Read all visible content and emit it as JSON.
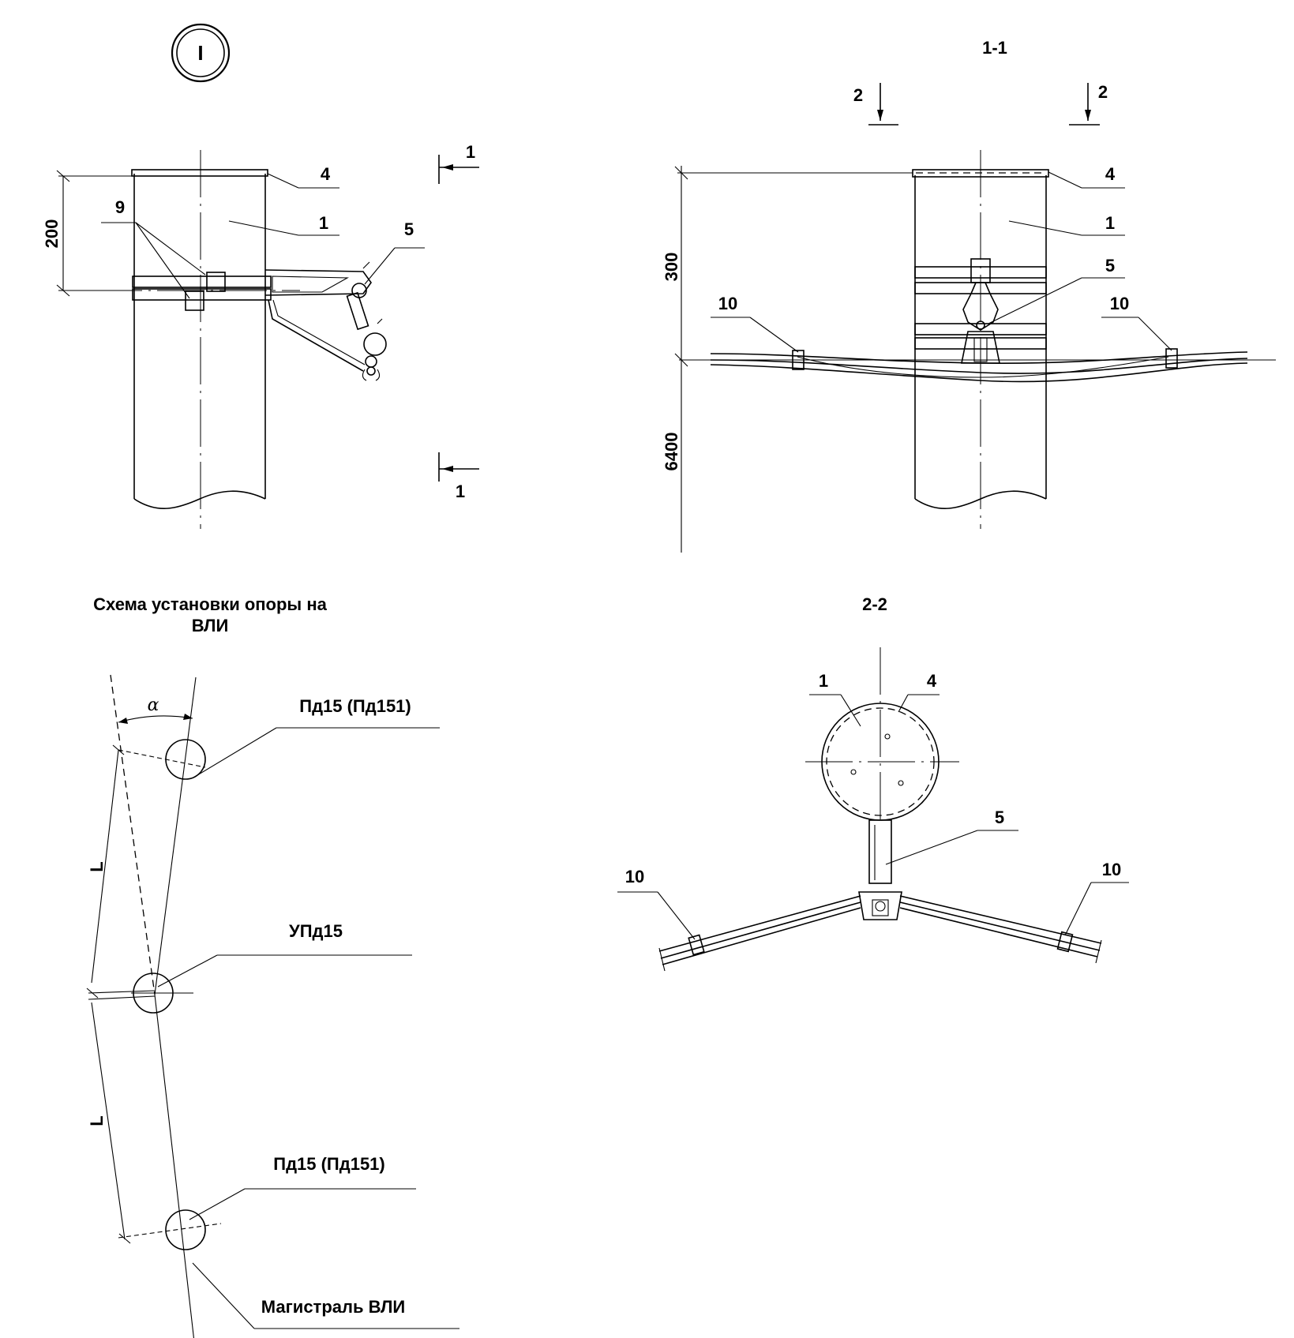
{
  "view_marker": "I",
  "section_titles": {
    "section_1_1": "1-1",
    "section_2_2": "2-2",
    "scheme_line1": "Схема установки опоры на",
    "scheme_line2": "ВЛИ"
  },
  "section_cut_labels": {
    "cut_1_top": "1",
    "cut_1_bottom": "1",
    "cut_2_left": "2",
    "cut_2_right": "2"
  },
  "dimensions": {
    "view_i_height": "200",
    "section_top": "300",
    "section_bottom": "6400"
  },
  "position_labels": {
    "pole": "1",
    "cap": "4",
    "bracket": "5",
    "clamp": "9",
    "sleeve": "10"
  },
  "scheme": {
    "alpha": "α",
    "span": "L",
    "pole_top": "Пд15 (Пд151)",
    "pole_middle": "УПд15",
    "pole_bottom": "Пд15 (Пд151)",
    "main_line": "Магистраль ВЛИ"
  }
}
